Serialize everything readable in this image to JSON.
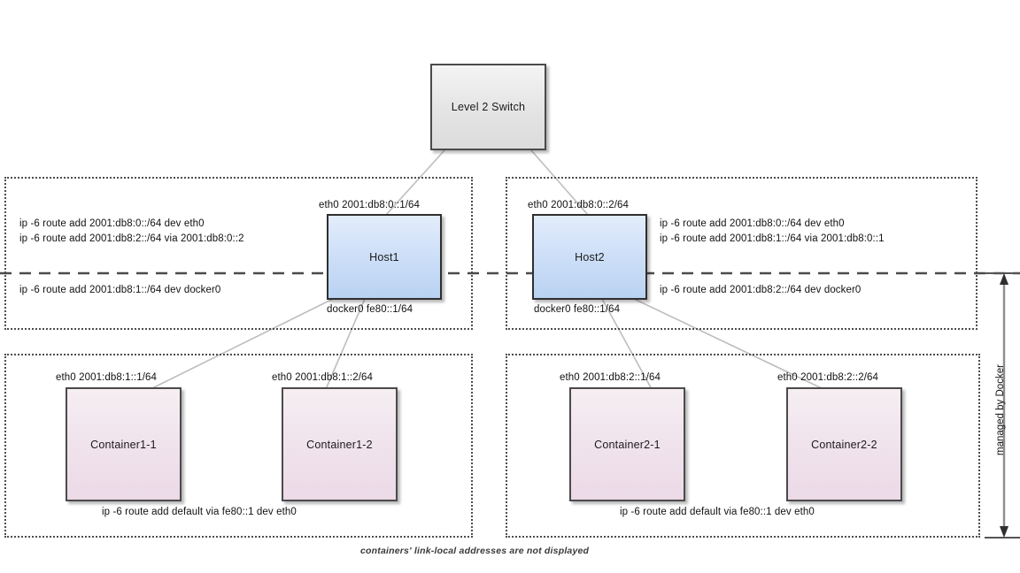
{
  "diagram": {
    "title_caption": "containers' link-local addresses are not displayed",
    "vertical_label": "managed by Docker",
    "colors": {
      "switch_fill": "#e4e4e4",
      "host_fill": "#cfe0f8",
      "container_fill": "#f0e3ec",
      "border": "#3b3b3b",
      "zone_border": "#4d4d4d",
      "edge": "#b9b9b9",
      "divider": "#4a4a4a"
    }
  },
  "nodes": {
    "switch": {
      "label": "Level 2 Switch"
    },
    "host1": {
      "label": "Host1"
    },
    "host2": {
      "label": "Host2"
    },
    "container1_1": {
      "label": "Container1-1"
    },
    "container1_2": {
      "label": "Container1-2"
    },
    "container2_1": {
      "label": "Container2-1"
    },
    "container2_2": {
      "label": "Container2-2"
    }
  },
  "interface_labels": {
    "host1_eth0": "eth0 2001:db8:0::1/64",
    "host2_eth0": "eth0 2001:db8:0::2/64",
    "host1_docker0": "docker0 fe80::1/64",
    "host2_docker0": "docker0 fe80::1/64",
    "container1_1_eth0": "eth0 2001:db8:1::1/64",
    "container1_2_eth0": "eth0 2001:db8:1::2/64",
    "container2_1_eth0": "eth0 2001:db8:2::1/64",
    "container2_2_eth0": "eth0 2001:db8:2::2/64"
  },
  "routes": {
    "host1_above": [
      "ip -6 route add 2001:db8:0::/64 dev eth0",
      "ip -6 route add 2001:db8:2::/64 via 2001:db8:0::2"
    ],
    "host1_below": "ip -6 route add 2001:db8:1::/64 dev docker0",
    "host2_above": [
      "ip -6 route add 2001:db8:0::/64 dev eth0",
      "ip -6 route add 2001:db8:1::/64 via 2001:db8:0::1"
    ],
    "host2_below": "ip -6 route add 2001:db8:2::/64 dev docker0",
    "container_zone_left": "ip -6 route add default via fe80::1 dev eth0",
    "container_zone_right": "ip -6 route add default via fe80::1 dev eth0"
  }
}
